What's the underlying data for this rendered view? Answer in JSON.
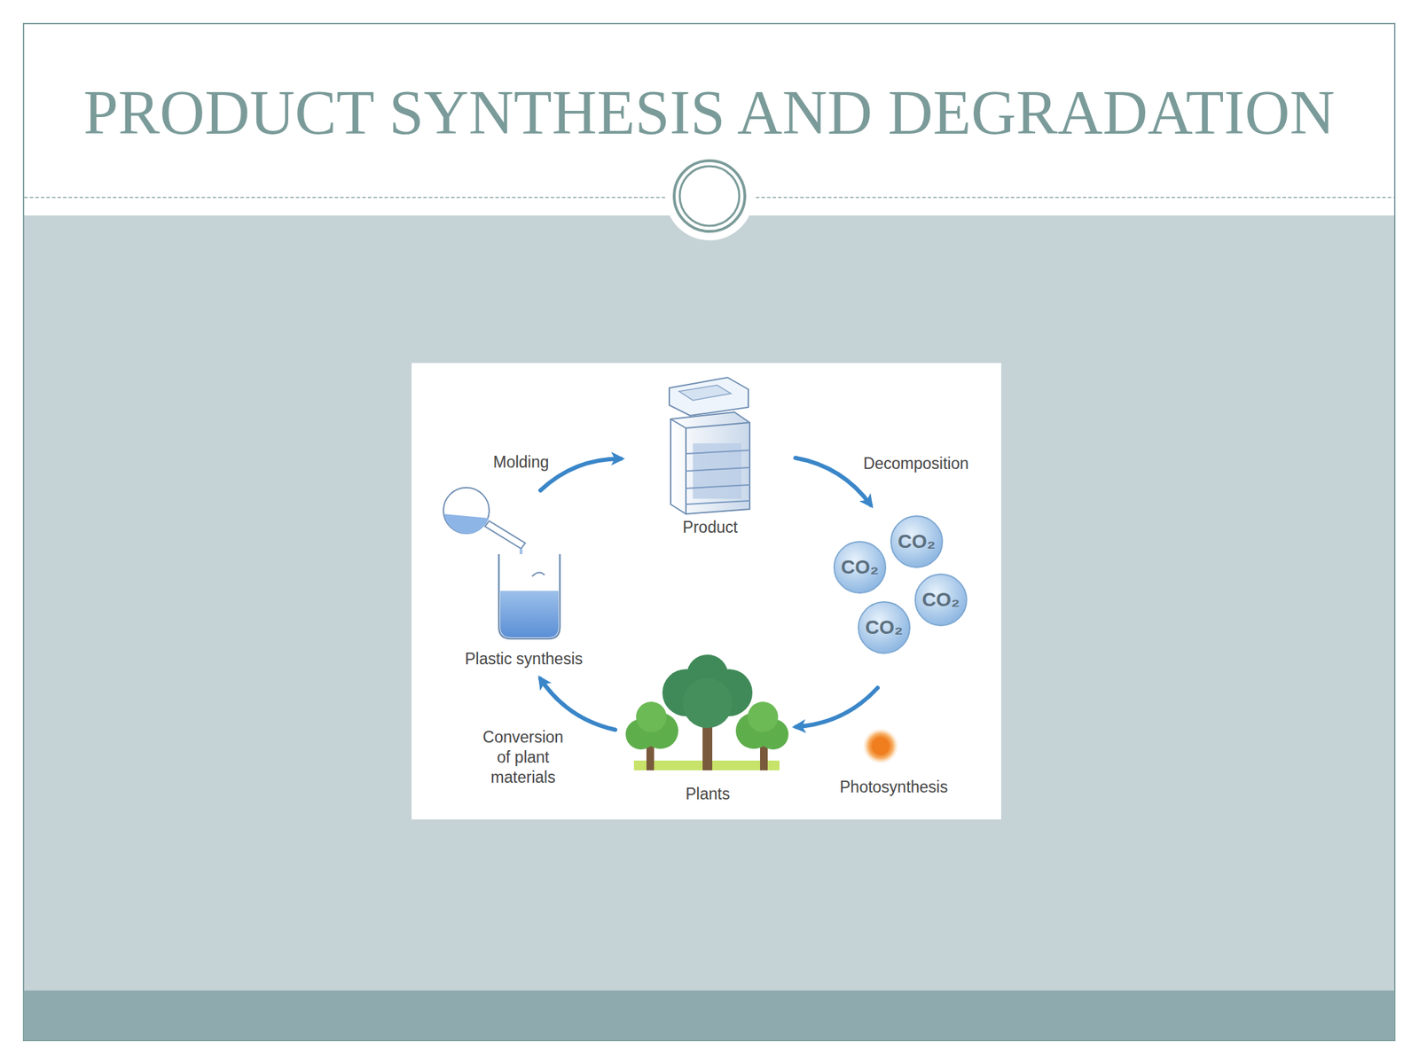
{
  "diagram": {
    "title": "PRODUCT SYNTHESIS AND DEGRADATION",
    "nodes": [
      {
        "text": [
          "Product"
        ]
      },
      {
        "text": [
          "CO₂"
        ]
      },
      {
        "text": [
          "CO₂"
        ]
      },
      {
        "text": [
          "CO₂"
        ]
      },
      {
        "text": [
          "CO₂"
        ]
      },
      {
        "text": [
          "Plastic synthesis"
        ]
      },
      {
        "text": [
          "Plants"
        ]
      }
    ],
    "edges": [
      {
        "from": 5,
        "to": 0,
        "arrow": "to",
        "label": "Molding"
      },
      {
        "from": 0,
        "to": 2,
        "arrow": "to",
        "label": "Decomposition"
      },
      {
        "from": 4,
        "to": 6,
        "arrow": "to",
        "label": "Photosynthesis"
      },
      {
        "from": 6,
        "to": 5,
        "arrow": "to",
        "label": "Conversion of plant materials"
      }
    ]
  }
}
